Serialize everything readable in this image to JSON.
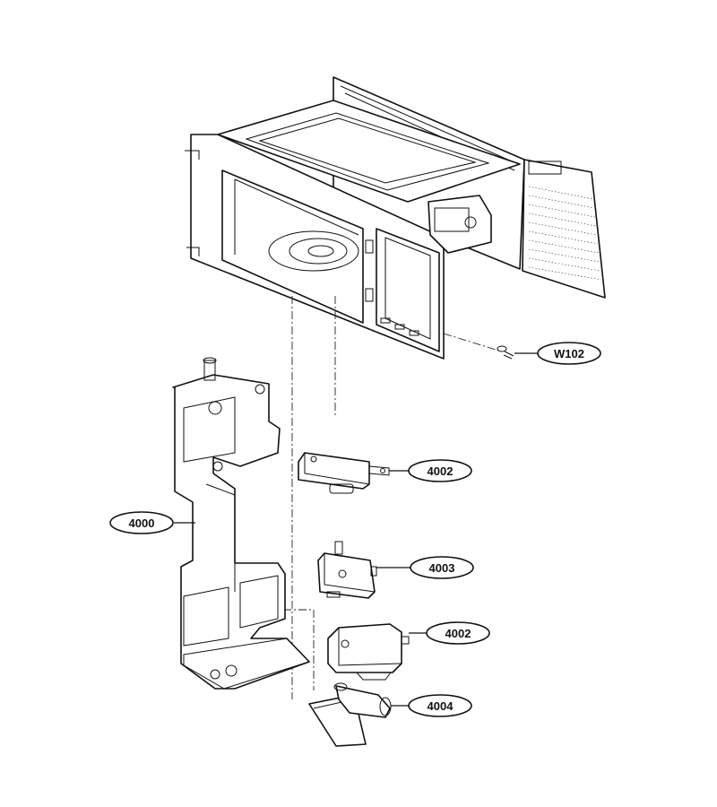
{
  "callouts": {
    "w102": "W102",
    "switch_upper": "4002",
    "door_interlock_bracket": "4000",
    "switch_middle": "4003",
    "switch_lower": "4002",
    "lever": "4004"
  }
}
